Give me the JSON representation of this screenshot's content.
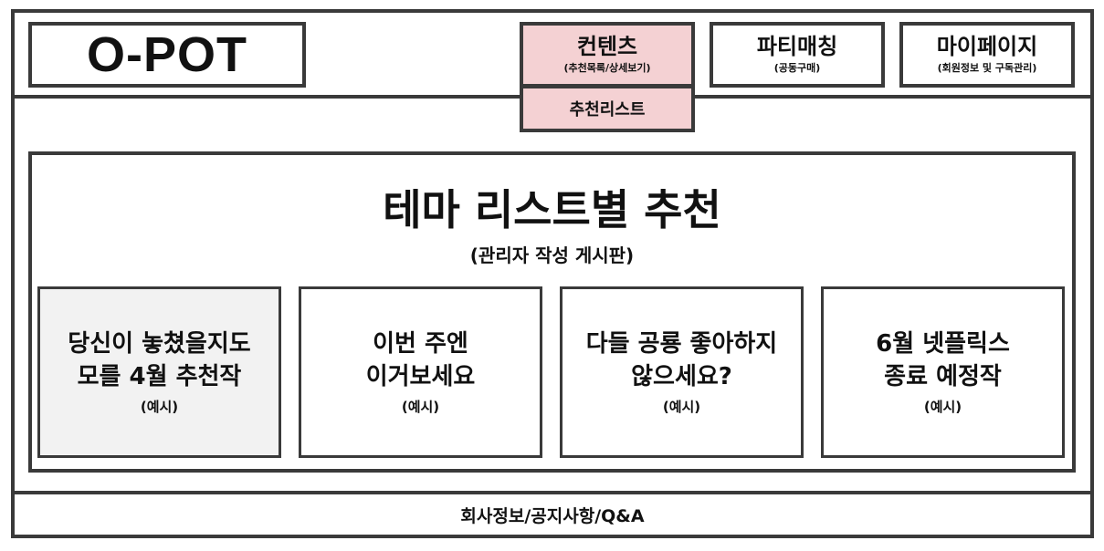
{
  "header": {
    "logo": "O-POT",
    "nav": [
      {
        "label": "컨텐츠",
        "sub": "(추천목록/상세보기)"
      },
      {
        "label": "파티매칭",
        "sub": "(공동구매)"
      },
      {
        "label": "마이페이지",
        "sub": "(회원정보 및 구독관리)"
      }
    ],
    "dropdown_item": "추천리스트"
  },
  "board": {
    "title": "테마 리스트별 추천",
    "subtitle": "(관리자 작성 게시판)",
    "cards": [
      {
        "line1": "당신이 놓쳤을지도",
        "line2": "모를 4월 추천작",
        "note": "(예시)"
      },
      {
        "line1": "이번 주엔",
        "line2": "이거보세요",
        "note": "(예시)"
      },
      {
        "line1": "다들 공룡 좋아하지",
        "line2": "않으세요?",
        "note": "(예시)"
      },
      {
        "line1": "6월 넷플릭스",
        "line2": "종료 예정작",
        "note": "(예시)"
      }
    ]
  },
  "footer": {
    "text": "회사정보/공지사항/Q&A"
  },
  "colors": {
    "active_nav": "#f4d1d3",
    "selected_card": "#f2f2f2",
    "border": "#3a3a3a"
  }
}
